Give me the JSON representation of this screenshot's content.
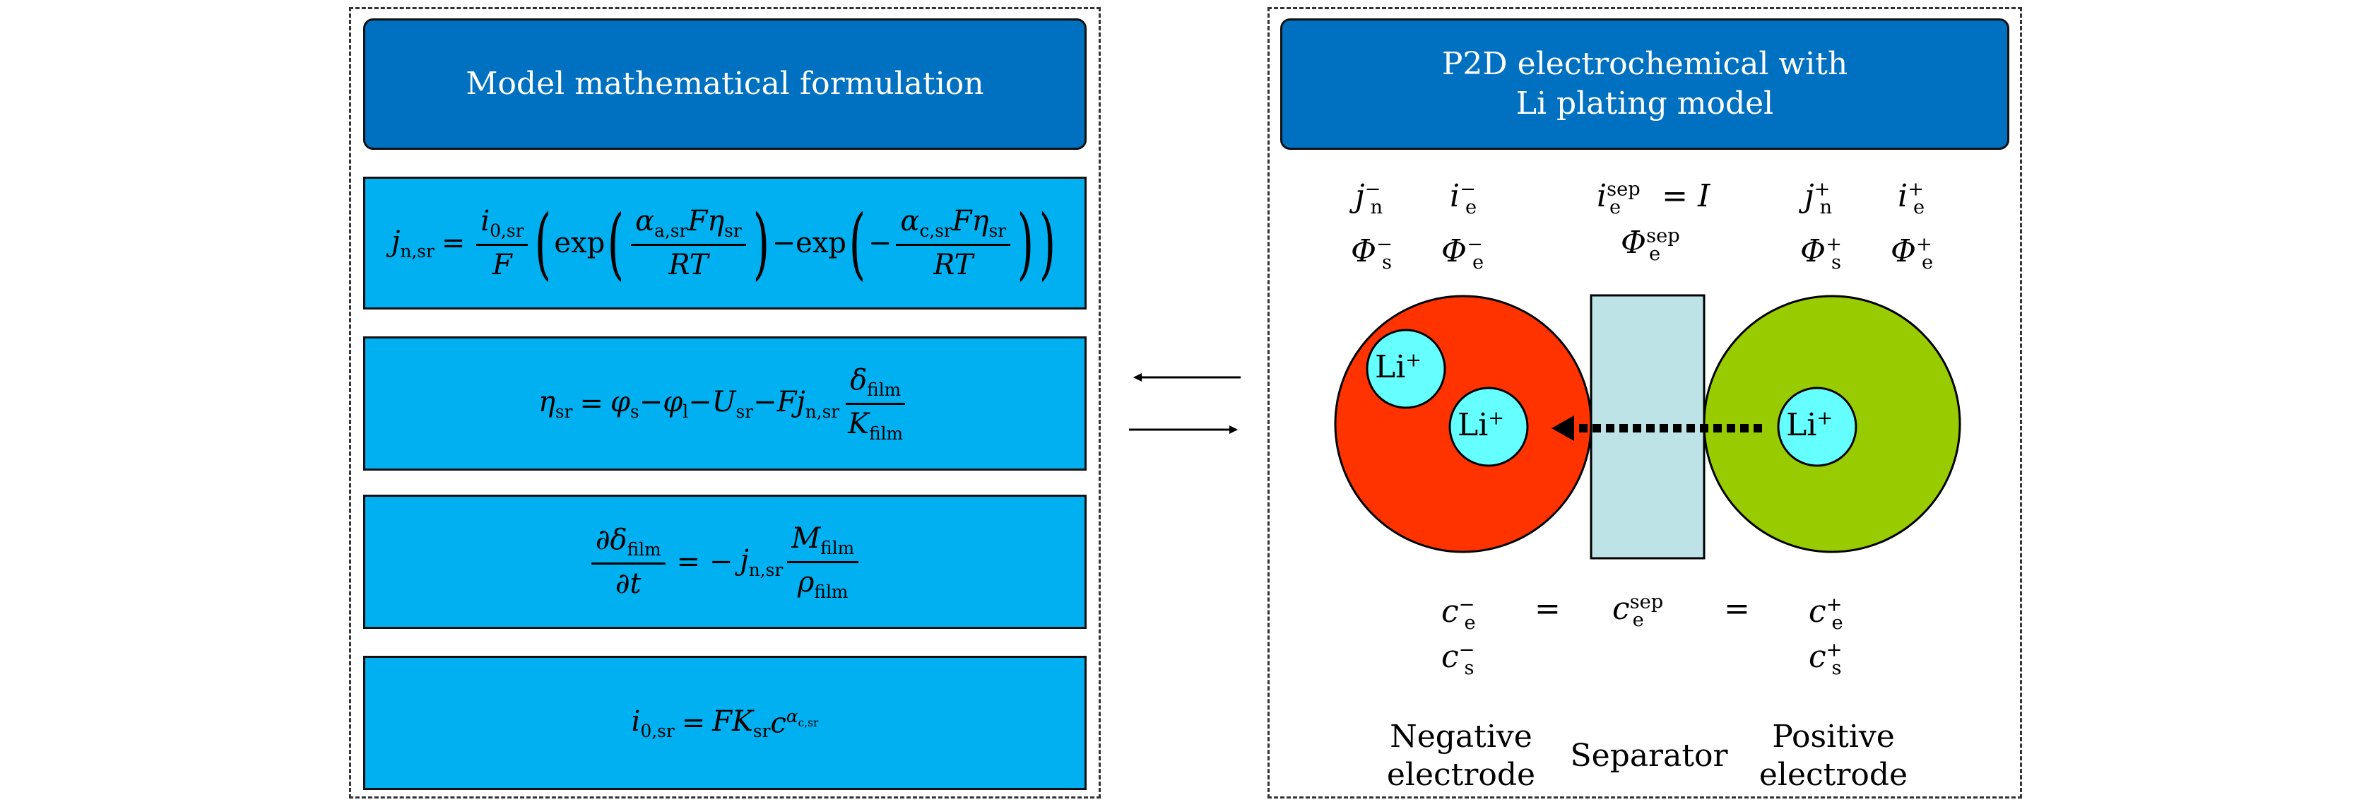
{
  "left": {
    "header": "Model mathematical formulation",
    "eq1": {
      "lhs": "j",
      "lhs_sub": "n,sr",
      "eq": "=",
      "f_num": "i",
      "f_num_sub": "0,sr",
      "f_den": "F",
      "exp1": "exp",
      "a_num": "α",
      "a_num_sub": "a,sr",
      "a_num_rest": "Fη",
      "a_num_rest_sub": "sr",
      "a_den": "RT",
      "minus": "−",
      "exp2": "exp",
      "neg": "−",
      "c_num": "α",
      "c_num_sub": "c,sr",
      "c_num_rest": "Fη",
      "c_num_rest_sub": "sr",
      "c_den": "RT"
    },
    "eq2": {
      "lhs": "η",
      "lhs_sub": "sr",
      "eq": "=",
      "t1": "φ",
      "t1_sub": "s",
      "t2": "−φ",
      "t2_sub": "l",
      "t3": "−U",
      "t3_sub": "sr",
      "t4": "−Fj",
      "t4_sub": "n,sr",
      "f_num": "δ",
      "f_num_sub": "film",
      "f_den": "K",
      "f_den_sub": "film"
    },
    "eq3": {
      "l_num": "∂δ",
      "l_num_sub": "film",
      "l_den": "∂t",
      "eq": "= −",
      "j": "j",
      "j_sub": "n,sr",
      "f_num": "M",
      "f_num_sub": "film",
      "f_den": "ρ",
      "f_den_sub": "film"
    },
    "eq4": {
      "lhs": "i",
      "lhs_sub": "0,sr",
      "eq": "=",
      "rhs": "FK",
      "rhs_sub": "sr",
      "c": "c",
      "c_sup": "α",
      "c_sup_sub": "c,sr"
    }
  },
  "right": {
    "header_line1": "P2D electrochemical with",
    "header_line2": "Li plating model",
    "top_labels": {
      "jn_neg": {
        "base": "j",
        "sub": "n",
        "sup": "−"
      },
      "ie_neg": {
        "base": "i",
        "sub": "e",
        "sup": "−"
      },
      "ie_sep": {
        "base": "i",
        "sub": "e",
        "sup": "sep",
        "rest": " = I"
      },
      "jn_pos": {
        "base": "j",
        "sub": "n",
        "sup": "+"
      },
      "ie_pos": {
        "base": "i",
        "sub": "e",
        "sup": "+"
      },
      "phis_neg": {
        "base": "Φ",
        "sub": "s",
        "sup": "−"
      },
      "phie_neg": {
        "base": "Φ",
        "sub": "e",
        "sup": "−"
      },
      "phie_sep": {
        "base": "Φ",
        "sub": "e",
        "sup": "sep"
      },
      "phis_pos": {
        "base": "Φ",
        "sub": "s",
        "sup": "+"
      },
      "phie_pos": {
        "base": "Φ",
        "sub": "e",
        "sup": "+"
      }
    },
    "li_ion": "Li",
    "li_charge": "+",
    "bottom_labels": {
      "ce_neg": {
        "base": "c",
        "sub": "e",
        "sup": "−"
      },
      "eq1": "=",
      "ce_sep": {
        "base": "c",
        "sub": "e",
        "sup": "sep"
      },
      "eq2": "=",
      "ce_pos": {
        "base": "c",
        "sub": "e",
        "sup": "+"
      },
      "cs_neg": {
        "base": "c",
        "sub": "s",
        "sup": "−"
      },
      "cs_pos": {
        "base": "c",
        "sub": "s",
        "sup": "+"
      }
    },
    "region_labels": {
      "negative_line1": "Negative",
      "negative_line2": "electrode",
      "separator": "Separator",
      "positive_line1": "Positive",
      "positive_line2": "electrode"
    }
  },
  "colors": {
    "header_fill": "#0070c0",
    "equation_fill": "#00b0f0",
    "negative_electrode": "#ff3300",
    "positive_electrode": "#99cc00",
    "separator": "#bde3e6",
    "li_ion": "#66ffff"
  }
}
